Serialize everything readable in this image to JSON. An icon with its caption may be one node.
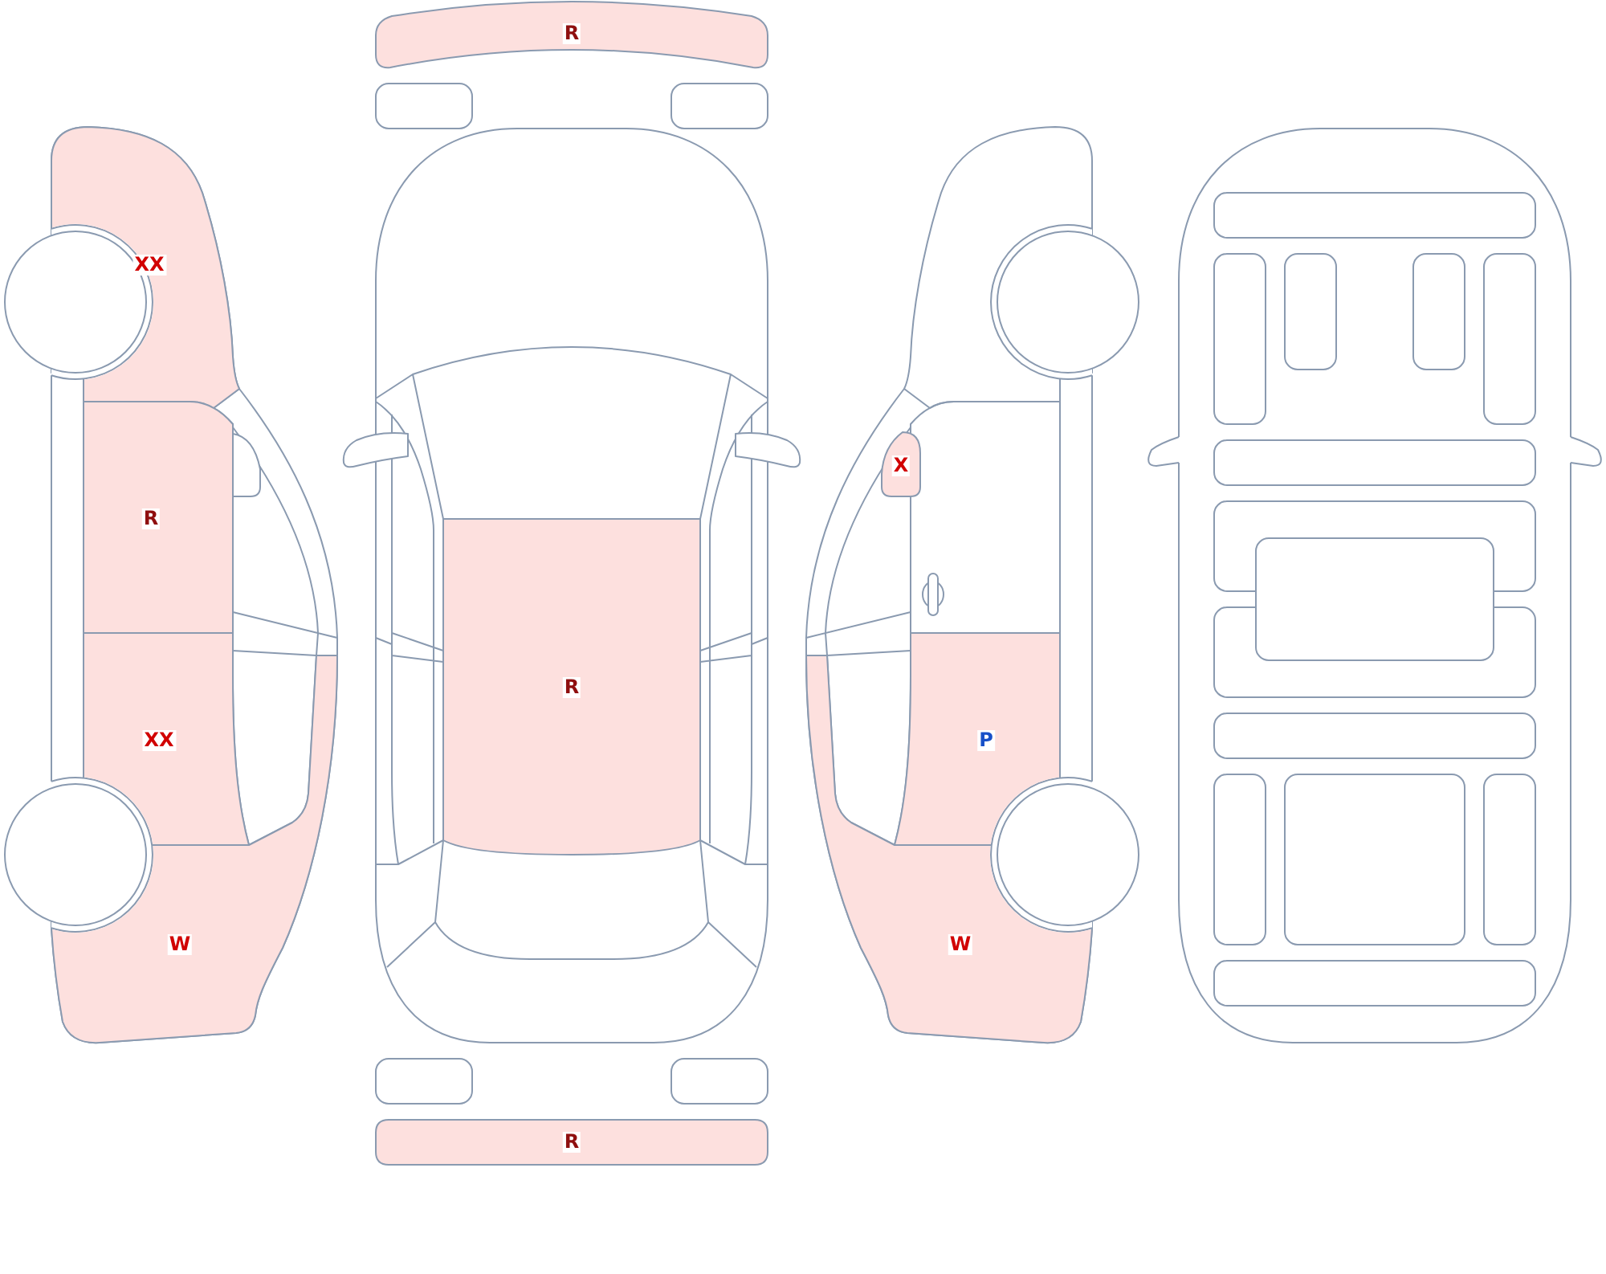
{
  "diagram": {
    "nodes": [
      {
        "text": [
          "R"
        ]
      },
      {
        "text": [
          "XX"
        ]
      },
      {
        "text": [
          "X"
        ]
      },
      {
        "text": [
          "R"
        ]
      },
      {
        "text": [
          "R"
        ]
      },
      {
        "text": [
          "XX"
        ]
      },
      {
        "text": [
          "P"
        ]
      },
      {
        "text": [
          "W"
        ]
      },
      {
        "text": [
          "W"
        ]
      },
      {
        "text": [
          "R"
        ]
      }
    ]
  }
}
